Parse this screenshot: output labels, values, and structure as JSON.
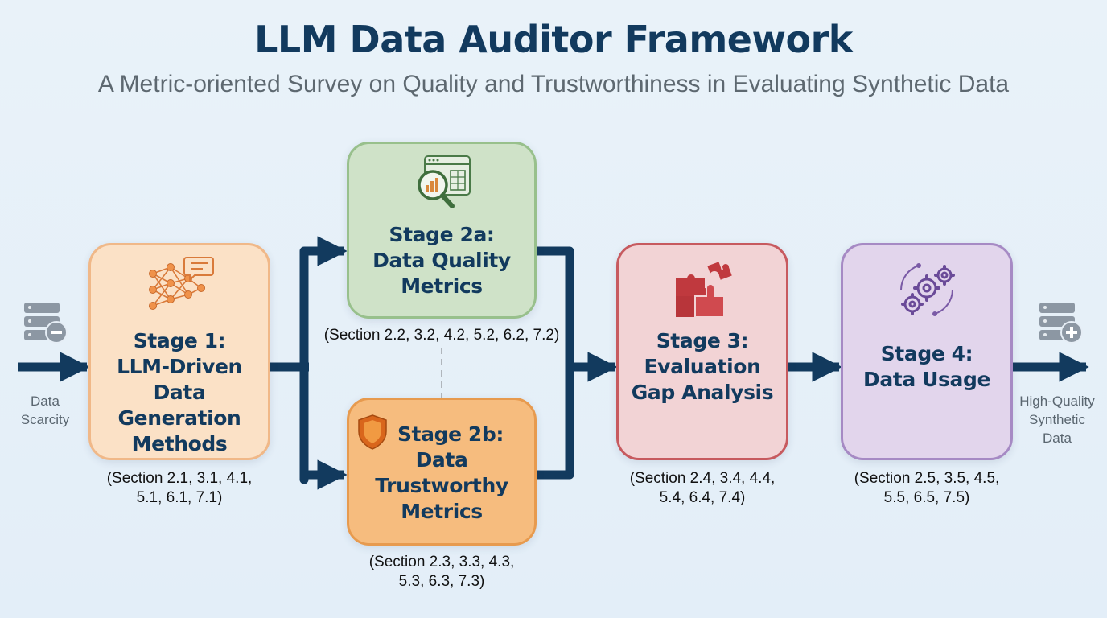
{
  "header": {
    "title": "LLM Data Auditor Framework",
    "subtitle": "A Metric-oriented Survey on Quality and Trustworthiness in Evaluating Synthetic Data"
  },
  "input": {
    "line1": "Data",
    "line2": "Scarcity"
  },
  "output": {
    "line1": "High-Quality",
    "line2": "Synthetic",
    "line3": "Data"
  },
  "stages": {
    "stage1": {
      "lines": [
        "Stage 1:",
        "LLM-Driven",
        "Data Generation",
        "Methods"
      ],
      "sections": [
        "(Section 2.1, 3.1, 4.1,",
        "5.1, 6.1, 7.1)"
      ],
      "icon": "neural-network-chat-icon"
    },
    "stage2a": {
      "lines": [
        "Stage 2a:",
        "Data Quality",
        "Metrics"
      ],
      "sections": [
        "(Section 2.2, 3.2, 4.2, 5.2, 6.2, 7.2)"
      ],
      "icon": "magnifier-chart-icon"
    },
    "stage2b": {
      "lines": [
        "Stage 2b:",
        "Data",
        "Trustworthy",
        "Metrics"
      ],
      "sections": [
        "(Section 2.3, 3.3, 4.3,",
        "5.3, 6.3, 7.3)"
      ],
      "icon": "shield-icon"
    },
    "stage3": {
      "lines": [
        "Stage 3:",
        "Evaluation",
        "Gap Analysis"
      ],
      "sections": [
        "(Section 2.4, 3.4, 4.4,",
        "5.4, 6.4, 7.4)"
      ],
      "icon": "puzzle-icon"
    },
    "stage4": {
      "lines": [
        "Stage 4:",
        "Data Usage"
      ],
      "sections": [
        "(Section 2.5, 3.5, 4.5,",
        "5.5, 6.5, 7.5)"
      ],
      "icon": "gears-icon"
    }
  },
  "colors": {
    "navy": "#123a5e",
    "stage1": "#fbe1c6",
    "stage2a": "#cfe2c8",
    "stage2b": "#f6bc7e",
    "stage3": "#f2d3d5",
    "stage4": "#e2d5ec"
  }
}
